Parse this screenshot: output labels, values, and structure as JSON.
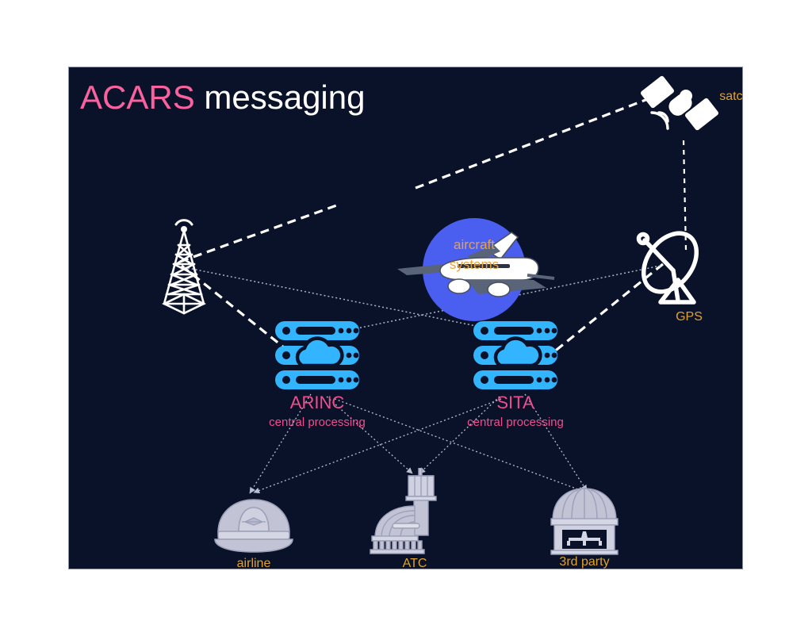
{
  "title": {
    "highlight": "ACARS",
    "rest": " messaging"
  },
  "colors": {
    "panel_bg": "#0a1229",
    "title_accent": "#f9629f",
    "title_text": "#ffffff",
    "label_gold": "#e0a227",
    "label_pink": "#ef4d8e",
    "bubble_blue": "#4a5ef0",
    "server_blue": "#32b4ff",
    "icon_white": "#ffffff",
    "icon_grey": "#c2c4d6",
    "link_white": "#ffffff",
    "link_faint": "#b9bdd0"
  },
  "nodes": {
    "satcom": {
      "label": "satcom",
      "label_color": "gold"
    },
    "gps": {
      "label": "GPS",
      "label_color": "gold"
    },
    "aircraft": {
      "line1": "aircraft",
      "line2": "systems",
      "label_color": "gold"
    },
    "tower": {
      "label": "",
      "icon": "radio-tower-icon"
    },
    "arinc": {
      "name": "ARINC",
      "sub": "central processing",
      "label_color": "pink"
    },
    "sita": {
      "name": "SITA",
      "sub": "central processing",
      "label_color": "pink"
    },
    "airline": {
      "label": "airline",
      "label_color": "gold"
    },
    "atc": {
      "label": "ATC",
      "label_color": "gold"
    },
    "thirdparty": {
      "label": "3rd party",
      "label_color": "gold"
    }
  },
  "links": [
    {
      "from": "aircraft",
      "to": "satcom",
      "style": "dashed-thick"
    },
    {
      "from": "satcom",
      "to": "gps",
      "style": "dashed-thin"
    },
    {
      "from": "tower",
      "to": "aircraft",
      "style": "dashed-thick"
    },
    {
      "from": "tower",
      "to": "arinc",
      "style": "dashed-thick"
    },
    {
      "from": "gps",
      "to": "sita",
      "style": "dashed-thick"
    },
    {
      "from": "tower",
      "to": "sita",
      "style": "dotted-faint"
    },
    {
      "from": "gps",
      "to": "arinc",
      "style": "dotted-faint"
    },
    {
      "from": "arinc",
      "to": "airline",
      "style": "dotted-arrow"
    },
    {
      "from": "arinc",
      "to": "atc",
      "style": "dotted-arrow"
    },
    {
      "from": "arinc",
      "to": "thirdparty",
      "style": "dotted-arrow"
    },
    {
      "from": "sita",
      "to": "airline",
      "style": "dotted-arrow"
    },
    {
      "from": "sita",
      "to": "atc",
      "style": "dotted-arrow"
    },
    {
      "from": "sita",
      "to": "thirdparty",
      "style": "dotted-arrow"
    }
  ]
}
